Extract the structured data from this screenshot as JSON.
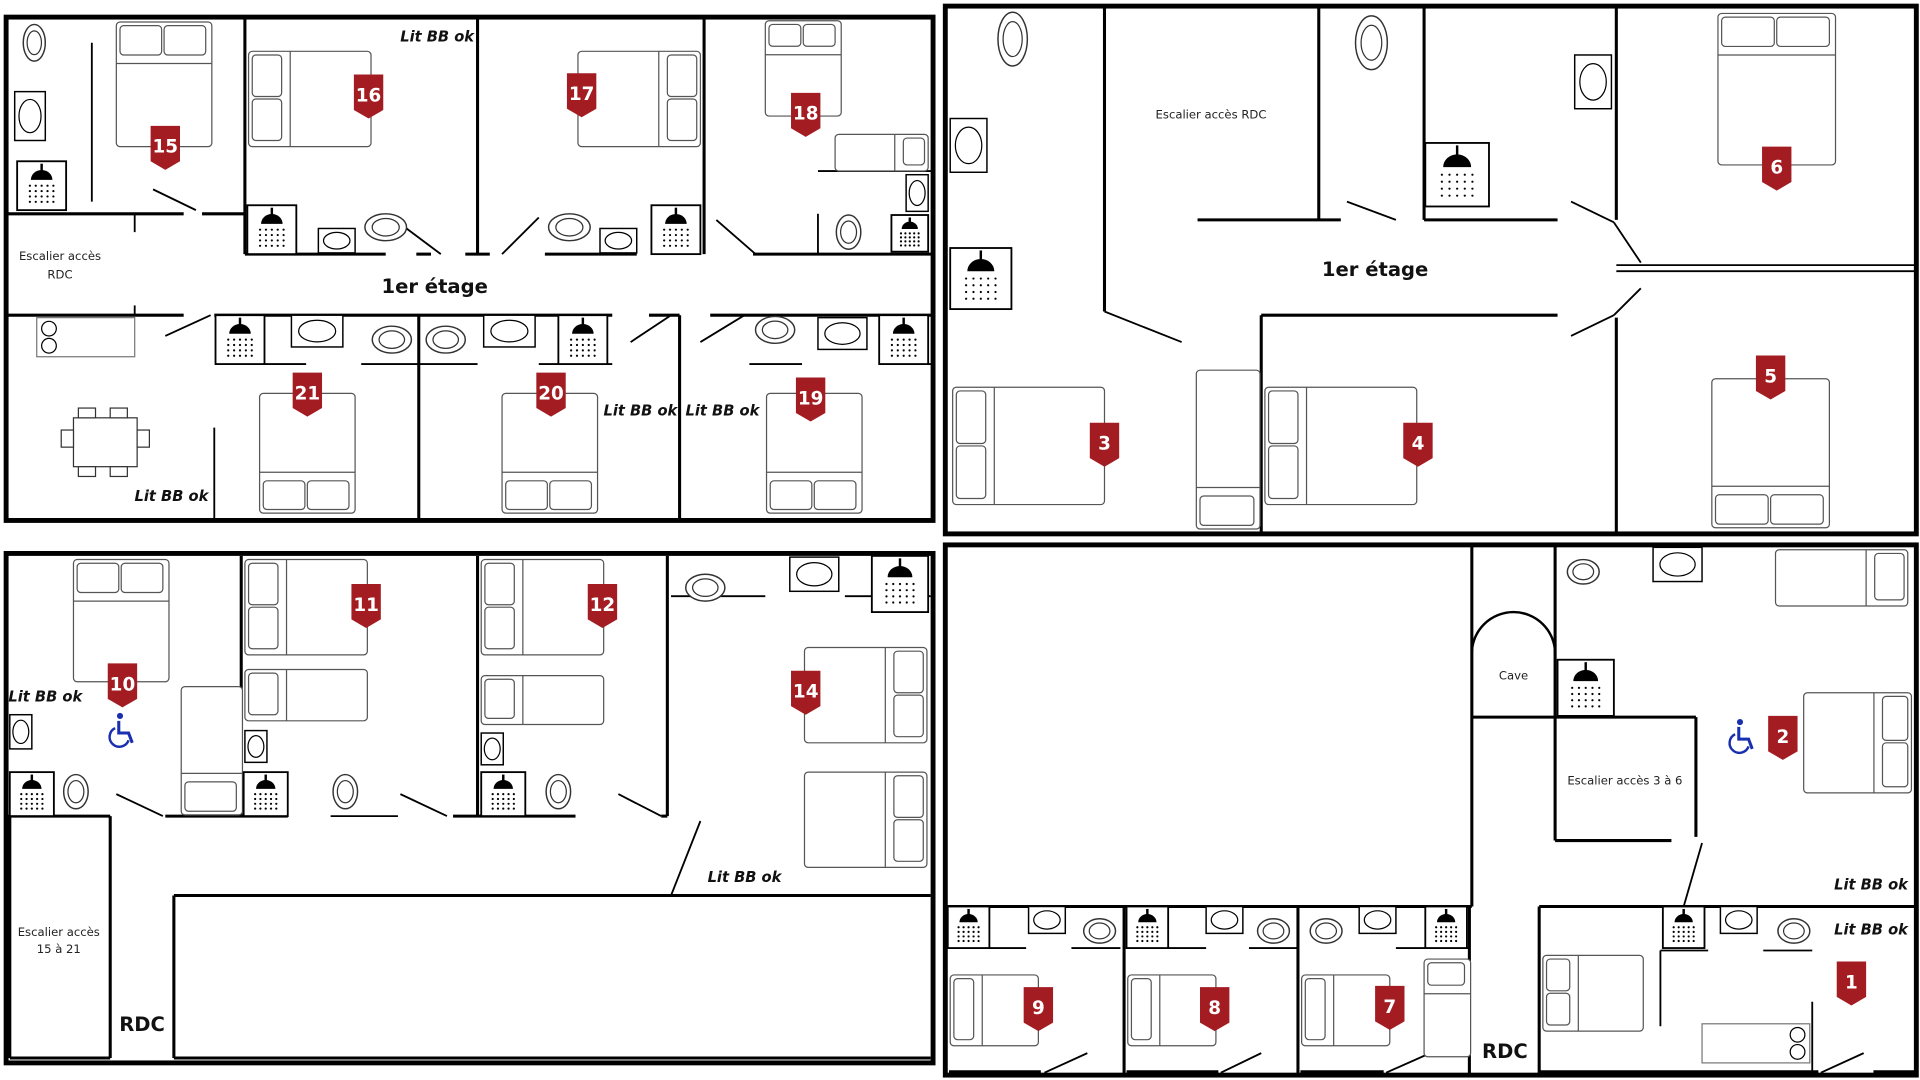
{
  "colors": {
    "badge": "#a31c22",
    "wall": "#000000",
    "accessible": "#1a2fb0"
  },
  "panels": {
    "first_floor_west": {
      "floor_label": "1er étage",
      "stair_label_line1": "Escalier accès",
      "stair_label_line2": "RDC",
      "rooms": [
        "15",
        "16",
        "17",
        "18",
        "21",
        "20",
        "19"
      ],
      "baby_bed_notes": [
        "Lit BB ok",
        "Lit BB ok",
        "Lit BB ok",
        "Lit BB ok"
      ]
    },
    "first_floor_east": {
      "floor_label": "1er étage",
      "stair_label": "Escalier accès RDC",
      "rooms": [
        "6",
        "3",
        "4",
        "5"
      ]
    },
    "ground_floor_west": {
      "floor_label": "RDC",
      "stair_label_line1": "Escalier accès",
      "stair_label_line2": "15 à 21",
      "rooms": [
        "10",
        "11",
        "12",
        "14"
      ],
      "baby_bed_notes": [
        "Lit BB ok",
        "Lit BB ok"
      ],
      "accessible_icon": "wheelchair-icon"
    },
    "ground_floor_east": {
      "floor_label": "RDC",
      "cellar_label": "Cave",
      "stair_label": "Escalier accès 3 à 6",
      "rooms": [
        "2",
        "9",
        "8",
        "7",
        "1"
      ],
      "baby_bed_notes": [
        "Lit BB ok",
        "Lit BB ok"
      ],
      "accessible_icon": "wheelchair-icon"
    }
  },
  "icons": {
    "shower": "shower-icon",
    "sink": "sink-icon",
    "toilet": "toilet-icon",
    "bed": "bed-icon",
    "room_badge": "room-badge"
  }
}
